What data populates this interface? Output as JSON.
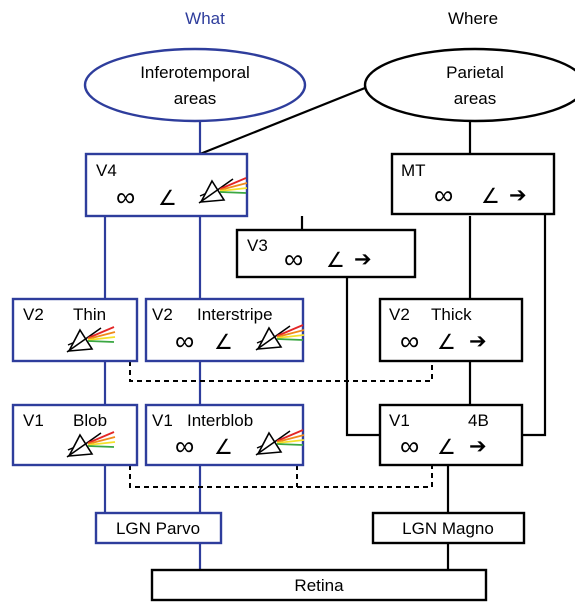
{
  "headers": {
    "what": "What",
    "where": "Where"
  },
  "ellipses": {
    "inferotemporal": {
      "line1": "Inferotemporal",
      "line2": "areas"
    },
    "parietal": {
      "line1": "Parietal",
      "line2": "areas"
    }
  },
  "boxes": {
    "v4": {
      "label": "V4"
    },
    "mt": {
      "label": "MT"
    },
    "v3": {
      "label": "V3"
    },
    "v2_thin": {
      "area": "V2",
      "stripe": "Thin"
    },
    "v2_interstripe": {
      "area": "V2",
      "stripe": "Interstripe"
    },
    "v2_thick": {
      "area": "V2",
      "stripe": "Thick"
    },
    "v1_blob": {
      "area": "V1",
      "stripe": "Blob"
    },
    "v1_interblob": {
      "area": "V1",
      "stripe": "Interblob"
    },
    "v1_4b": {
      "area": "V1",
      "stripe": "4B"
    },
    "lgn_parvo": {
      "label": "LGN Parvo"
    },
    "lgn_magno": {
      "label": "LGN Magno"
    },
    "retina": {
      "label": "Retina"
    }
  },
  "symbols": {
    "form": "∞",
    "orientation": "∠",
    "motion": "➔",
    "color": "prism-color-icon"
  },
  "colors": {
    "what_pathway": "#2e3d9c",
    "where_pathway": "#000000",
    "spectrum": [
      "#e32626",
      "#f08a1c",
      "#f4e02a",
      "#3aa742"
    ]
  }
}
